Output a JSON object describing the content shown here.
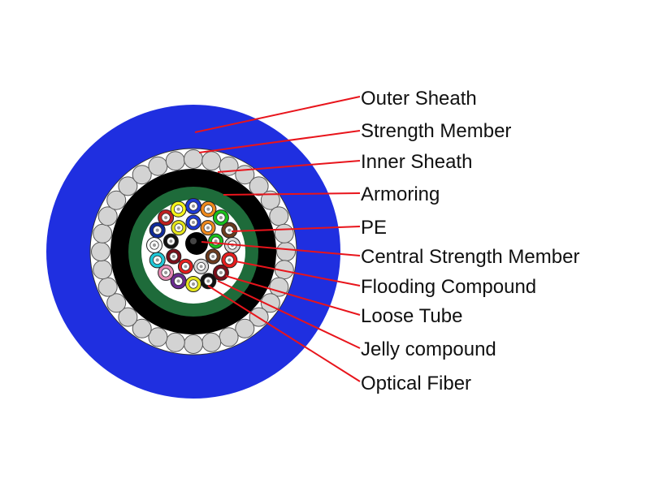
{
  "colors": {
    "outer_sheath": "#1f2fe0",
    "strength_member_bg": "#ffffff",
    "strength_wire": "#d3d3d3",
    "inner_sheath": "#000000",
    "armoring": "#1e6b3a",
    "pe": "#ffffff",
    "central_member": "#000000",
    "leader": "#e8141b"
  },
  "labels": [
    {
      "id": "outer-sheath",
      "text": "Outer Sheath"
    },
    {
      "id": "strength-member",
      "text": "Strength Member"
    },
    {
      "id": "inner-sheath",
      "text": "Inner Sheath"
    },
    {
      "id": "armoring",
      "text": "Armoring"
    },
    {
      "id": "pe",
      "text": "PE"
    },
    {
      "id": "central-strength-member",
      "text": "Central Strength Member"
    },
    {
      "id": "flooding-compound",
      "text": "Flooding Compound"
    },
    {
      "id": "loose-tube",
      "text": "Loose Tube"
    },
    {
      "id": "jelly-compound",
      "text": "Jelly compound"
    },
    {
      "id": "optical-fiber",
      "text": "Optical Fiber"
    }
  ],
  "tube_colors": [
    "#1f3bd6",
    "#f08a1c",
    "#19c01c",
    "#6b3a1e",
    "#d8d8d8",
    "#e61e1e",
    "#7a0f1a",
    "#111111",
    "#e6e61a",
    "#6a2a90",
    "#e88ab4",
    "#1ec8d8",
    "#ffffff",
    "#0f2a9a",
    "#c02020",
    "#f5f51a"
  ]
}
